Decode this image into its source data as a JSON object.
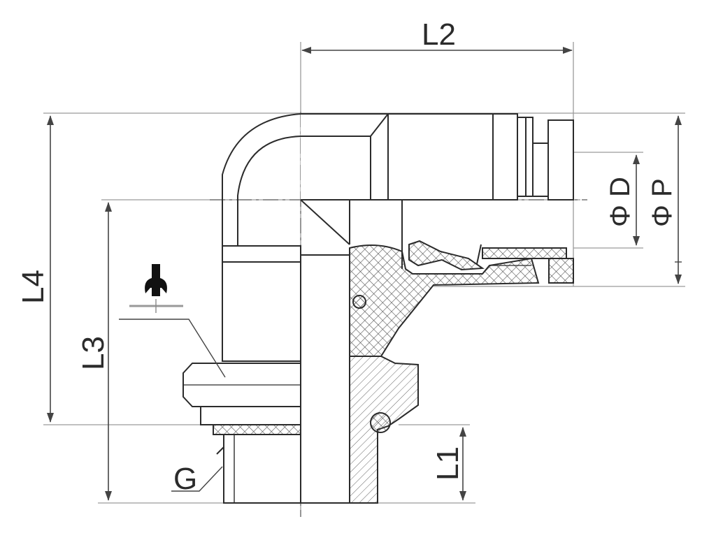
{
  "diagram": {
    "dimension_labels": {
      "l1": "L1",
      "l2": "L2",
      "l3": "L3",
      "l4": "L4",
      "phi_d": "Φ D",
      "phi_p": "Φ P",
      "g": "G"
    },
    "colors": {
      "line": "#2b2b2b",
      "light_line": "#8a8a8a",
      "hatch": "#555555",
      "background": "#ffffff"
    },
    "icons": [
      "wrench-icon"
    ]
  }
}
